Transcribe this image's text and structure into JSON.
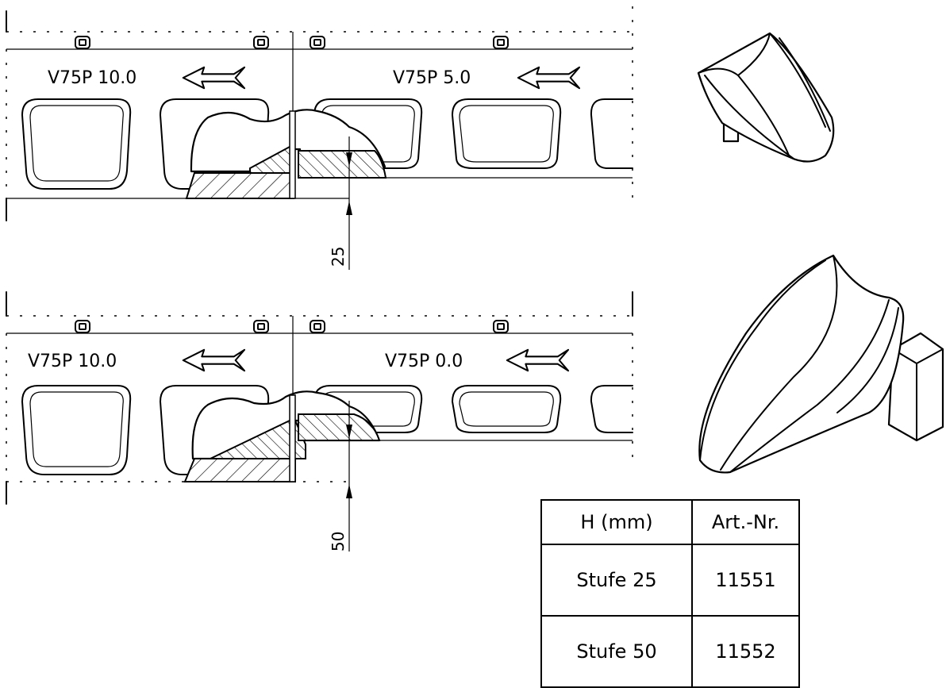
{
  "top_detail": {
    "left_label": "V75P  10.0",
    "right_label": "V75P  5.0",
    "dimension": "25"
  },
  "bottom_detail": {
    "left_label": "V75P  10.0",
    "right_label": "V75P  0.0",
    "dimension": "50"
  },
  "table": {
    "headers": [
      "H (mm)",
      "Art.-Nr."
    ],
    "rows": [
      {
        "height": "Stufe 25",
        "article": "11551"
      },
      {
        "height": "Stufe 50",
        "article": "11552"
      }
    ]
  }
}
